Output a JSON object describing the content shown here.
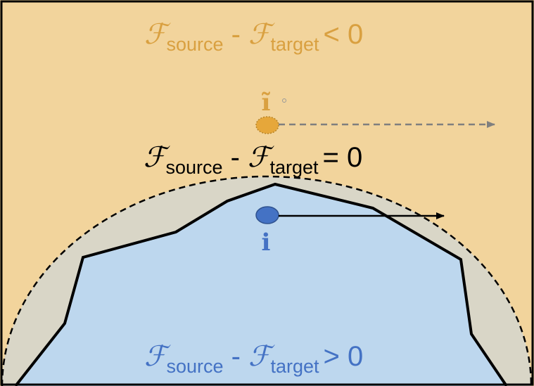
{
  "colors": {
    "outer_region": "#f2d49c",
    "gray_band": "#d9d6c7",
    "inner_region": "#bdd7ee",
    "orange_text": "#d9a040",
    "blue_text": "#4472c4",
    "orange_point": "#e6a73a",
    "blue_point": "#4472c4",
    "gray_arrow": "#7f7f7f",
    "black": "#000000"
  },
  "labels": {
    "top": {
      "script": "ℱ",
      "sub1": "source",
      "minus": " - ",
      "sub2": "target",
      "rel": "< 0"
    },
    "mid": {
      "script": "ℱ",
      "sub1": "source",
      "minus": " - ",
      "sub2": "target",
      "rel": "= 0"
    },
    "bottom": {
      "script": "ℱ",
      "sub1": "source",
      "minus": " - ",
      "sub2": "target",
      "rel": "> 0"
    }
  },
  "points": {
    "perturbed": {
      "label": "ĩ"
    },
    "original": {
      "label": "i"
    }
  },
  "icons": {
    "small_dot": "small-circle-icon"
  }
}
